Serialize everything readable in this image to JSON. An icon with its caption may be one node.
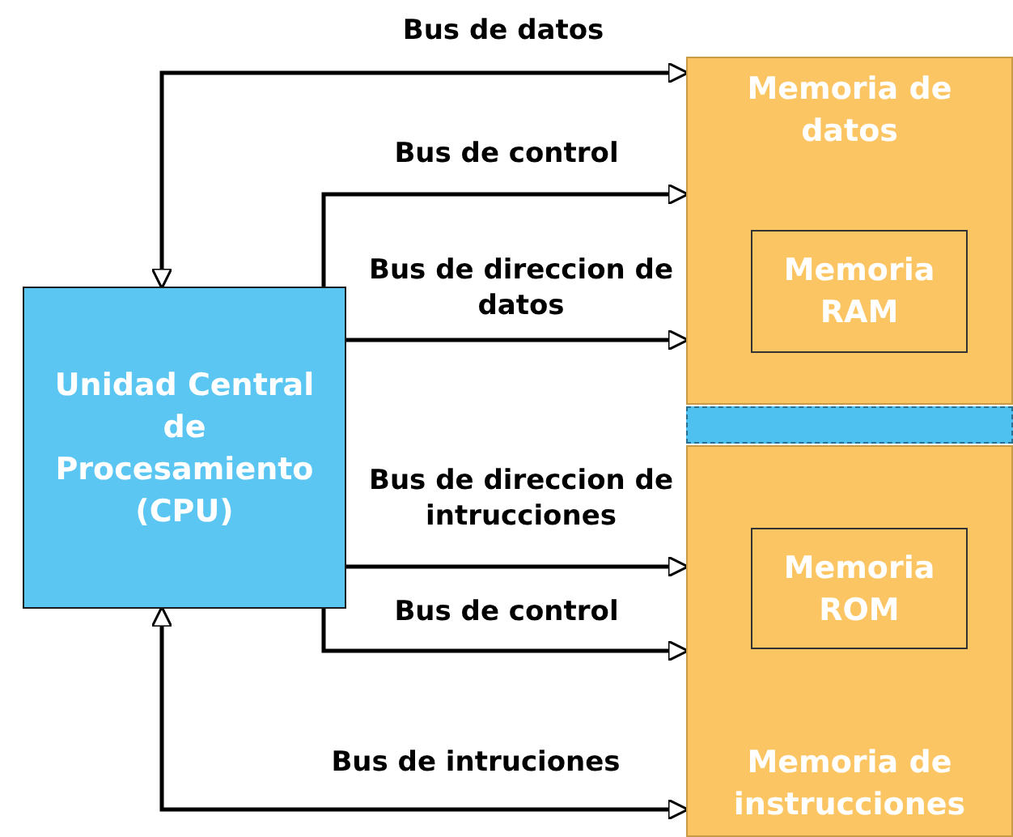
{
  "diagram": {
    "nodes": [
      {
        "text": [
          "Unidad Central de Procesamiento (CPU)"
        ]
      },
      {
        "text": [
          "Memoria de datos"
        ]
      },
      {
        "text": [
          "Memoria RAM"
        ],
        "in": 1
      },
      {
        "text": [
          "Memoria de instrucciones"
        ]
      },
      {
        "text": [
          "Memoria ROM"
        ],
        "in": 3
      },
      {
        "text": [],
        "shape": "bar"
      }
    ],
    "edges": [
      {
        "from": 0,
        "to": 1,
        "arrow": "both",
        "label": "Bus de datos"
      },
      {
        "from": 0,
        "to": 1,
        "arrow": "to",
        "label": "Bus de control"
      },
      {
        "from": 0,
        "to": 1,
        "arrow": "to",
        "label": "Bus de direccion de datos"
      },
      {
        "from": 0,
        "to": 3,
        "arrow": "to",
        "label": "Bus de direccion de intrucciones"
      },
      {
        "from": 0,
        "to": 3,
        "arrow": "to",
        "label": "Bus de control"
      },
      {
        "from": 0,
        "to": 3,
        "arrow": "both",
        "label": "Bus de intruciones"
      }
    ]
  }
}
